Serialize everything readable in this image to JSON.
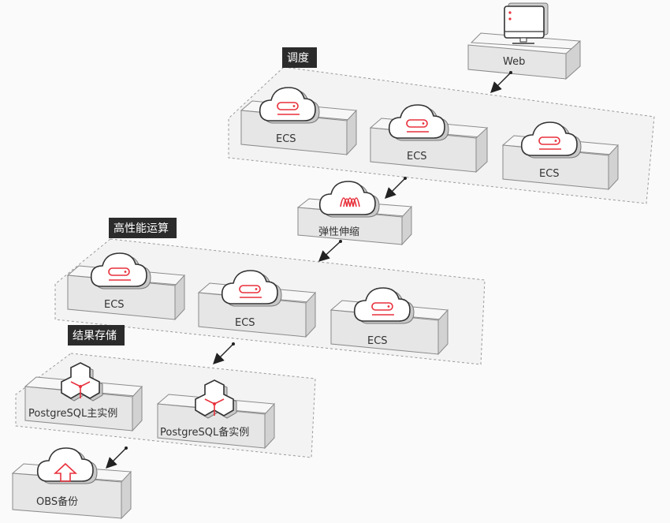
{
  "groups": {
    "scheduling": "调度",
    "hpc": "高性能运算",
    "storage": "结果存储"
  },
  "nodes": {
    "web": "Web",
    "sched_ecs": [
      "ECS",
      "ECS",
      "ECS"
    ],
    "autoscaling": "弹性伸缩",
    "hpc_ecs": [
      "ECS",
      "ECS",
      "ECS"
    ],
    "pg_primary": "PostgreSQL主实例",
    "pg_standby": "PostgreSQL备实例",
    "obs": "OBS备份"
  },
  "colors": {
    "accent": "#e8313c",
    "tag_bg": "#2b2b2b",
    "background": "#fafafa"
  }
}
